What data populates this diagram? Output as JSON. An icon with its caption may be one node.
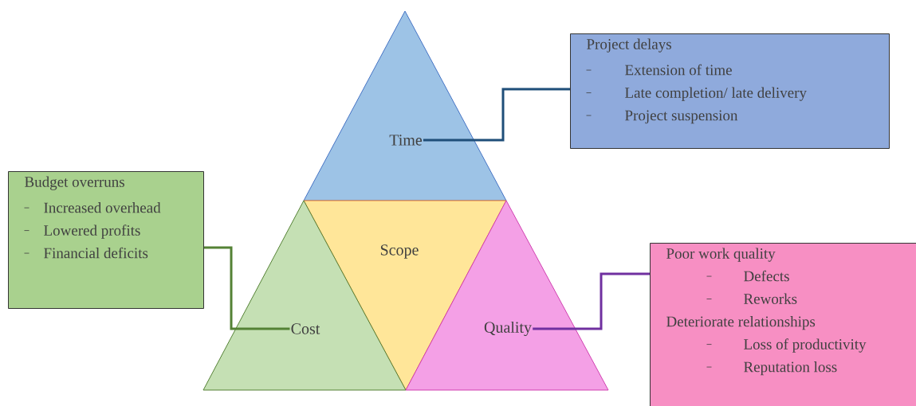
{
  "diagram": {
    "nodes": [
      {
        "text": [
          "Time"
        ]
      },
      {
        "text": [
          "Scope"
        ]
      },
      {
        "text": [
          "Cost"
        ]
      },
      {
        "text": [
          "Quality"
        ]
      },
      {
        "text": [
          "Project delays",
          "Extension of time",
          "Late completion/ late delivery",
          "Project suspension"
        ]
      },
      {
        "text": [
          "Budget overruns",
          "Increased overhead",
          "Lowered profits",
          "Financial deficits"
        ]
      },
      {
        "text": [
          "Poor work quality",
          "Defects",
          "Reworks",
          "Deteriorate relationships",
          "Loss of productivity",
          "Reputation loss"
        ]
      }
    ],
    "edges": [
      {
        "from": 0,
        "to": 4,
        "arrow": "none",
        "color": "#1f4e79"
      },
      {
        "from": 2,
        "to": 5,
        "arrow": "none",
        "color": "#548235"
      },
      {
        "from": 3,
        "to": 6,
        "arrow": "none",
        "color": "#7030a0"
      }
    ]
  }
}
